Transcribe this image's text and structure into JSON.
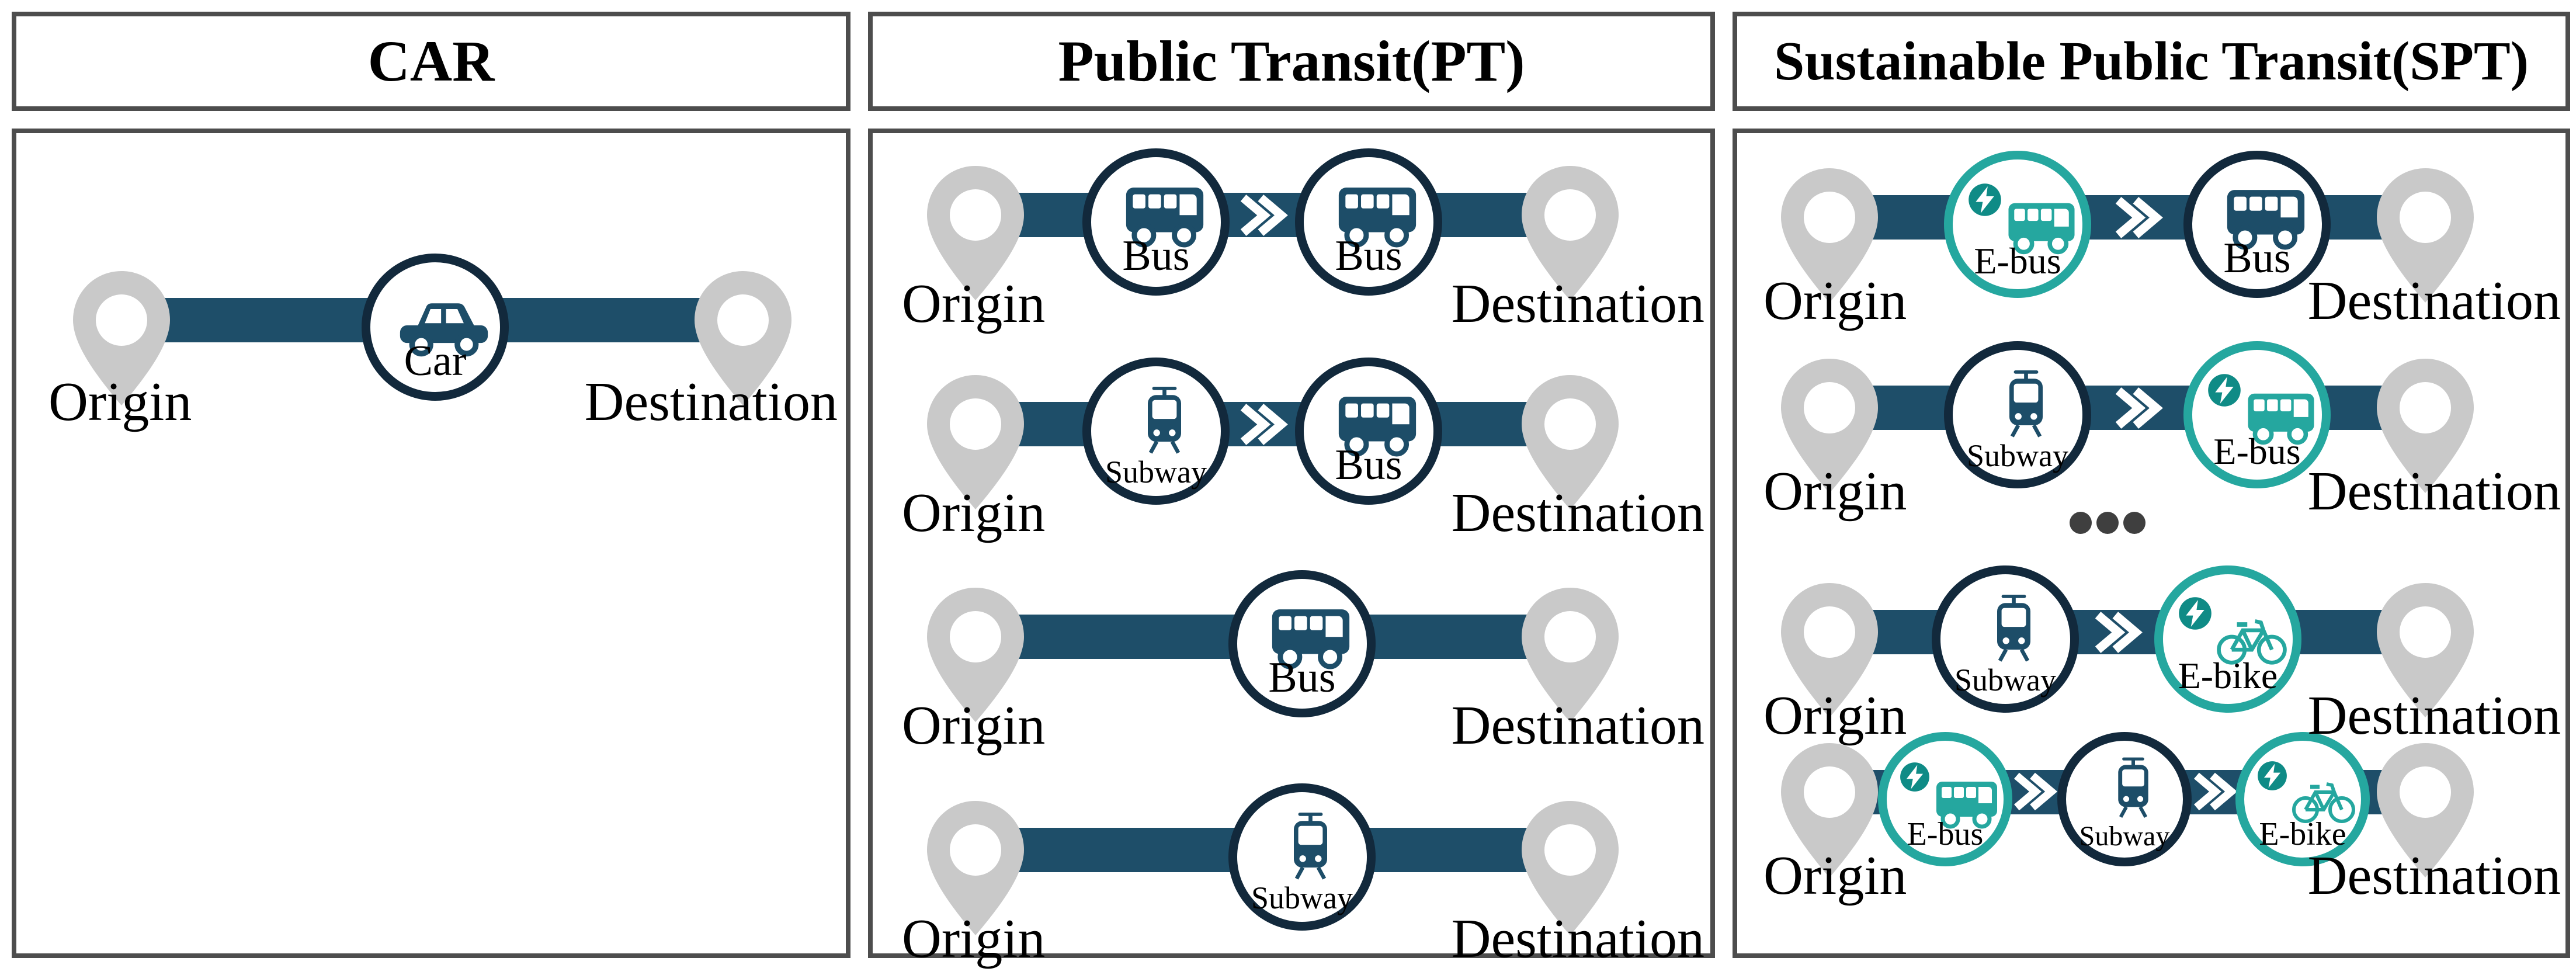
{
  "colors": {
    "route_bar": "#1e4e69",
    "navy_circle_border": "#12293c",
    "navy_icon": "#1d4d68",
    "teal": "#25a79f",
    "badge_teal": "#0f8b86",
    "pin_gray": "#c9c9c9",
    "ellipsis_gray": "#3f3f3f",
    "box_border_gray": "#4d4d4d",
    "text": "#000000"
  },
  "icons": {
    "pin": "map-pin",
    "transfer": "double-chevron-right",
    "lightning": "electric-bolt-badge",
    "ellipsis": "three-dots-more-routes"
  },
  "panels": [
    {
      "header": "CAR",
      "rows": [
        {
          "origin": "Origin",
          "destination": "Destination",
          "stops": [
            {
              "label": "Car",
              "icon": "car"
            }
          ]
        }
      ]
    },
    {
      "header": "Public Transit(PT)",
      "rows": [
        {
          "origin": "Origin",
          "destination": "Destination",
          "stops": [
            {
              "label": "Bus",
              "icon": "bus"
            },
            {
              "label": "Bus",
              "icon": "bus"
            }
          ]
        },
        {
          "origin": "Origin",
          "destination": "Destination",
          "stops": [
            {
              "label": "Subway",
              "icon": "subway"
            },
            {
              "label": "Bus",
              "icon": "bus"
            }
          ]
        },
        {
          "origin": "Origin",
          "destination": "Destination",
          "stops": [
            {
              "label": "Bus",
              "icon": "bus"
            }
          ]
        },
        {
          "origin": "Origin",
          "destination": "Destination",
          "stops": [
            {
              "label": "Subway",
              "icon": "subway"
            }
          ]
        }
      ]
    },
    {
      "header": "Sustainable Public Transit(SPT)",
      "rows": [
        {
          "origin": "Origin",
          "destination": "Destination",
          "stops": [
            {
              "label": "E-bus",
              "icon": "e-bus"
            },
            {
              "label": "Bus",
              "icon": "bus"
            }
          ]
        },
        {
          "origin": "Origin",
          "destination": "Destination",
          "stops": [
            {
              "label": "Subway",
              "icon": "subway"
            },
            {
              "label": "E-bus",
              "icon": "e-bus"
            }
          ]
        },
        {
          "origin": "Origin",
          "destination": "Destination",
          "stops": [
            {
              "label": "Subway",
              "icon": "subway"
            },
            {
              "label": "E-bike",
              "icon": "e-bike"
            }
          ]
        },
        {
          "origin": "Origin",
          "destination": "Destination",
          "stops": [
            {
              "label": "E-bus",
              "icon": "e-bus"
            },
            {
              "label": "Subway",
              "icon": "subway"
            },
            {
              "label": "E-bike",
              "icon": "e-bike"
            }
          ]
        }
      ],
      "more_indicator": "ellipsis"
    }
  ]
}
